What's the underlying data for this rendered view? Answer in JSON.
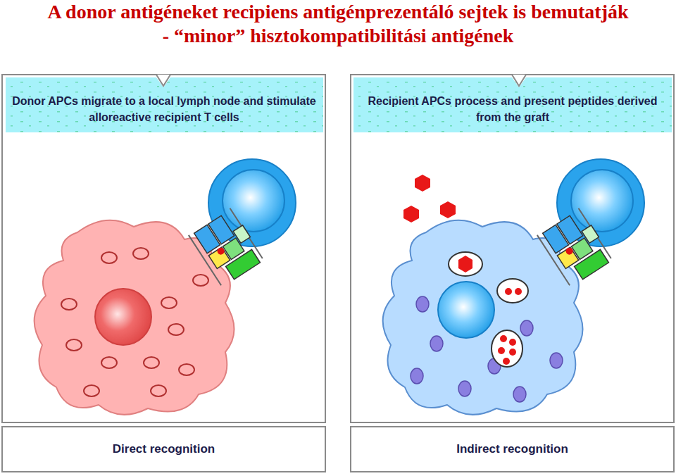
{
  "diagram": {
    "title": "A donor antigéneket recipiens antigénprezentáló sejtek is bemutatják - “minor” hisztokompatibilitási antigének",
    "nodes": [
      {
        "text": [
          "Donor APCs migrate to a local lymph node and stimulate alloreactive recipient T cells"
        ]
      },
      {
        "text": [
          "Direct recognition"
        ]
      },
      {
        "text": [
          "Recipient APCs process and present peptides derived from the graft"
        ]
      },
      {
        "text": [
          "Indirect recognition"
        ]
      }
    ]
  }
}
